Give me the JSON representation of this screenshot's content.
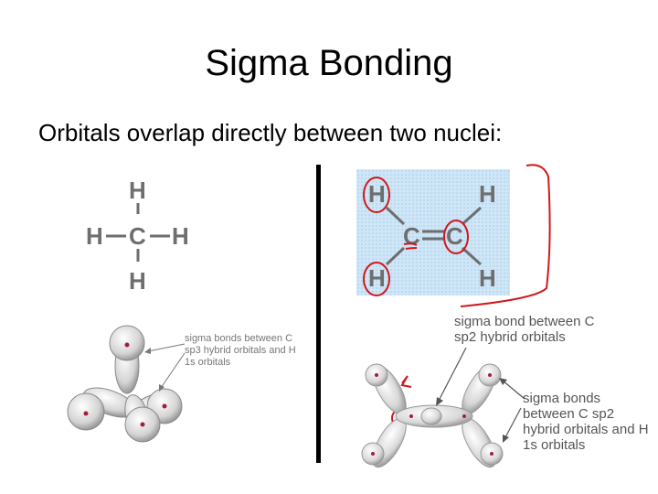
{
  "slide": {
    "title": "Sigma Bonding",
    "bullet": "Orbitals overlap directly between two nuclei:"
  },
  "methane": {
    "atoms": [
      "H",
      "H",
      "C",
      "H",
      "H"
    ],
    "note": "sigma bonds between C sp3 hybrid orbitals and H 1s orbitals"
  },
  "ethene": {
    "atoms": [
      "H",
      "H",
      "C",
      "C",
      "H",
      "H"
    ],
    "note_top": "sigma bond between C sp2 hybrid orbitals",
    "note_right": "sigma bonds between C sp2 hybrid orbitals and H 1s orbitals"
  },
  "colors": {
    "annotation_red": "#d0181c",
    "structure_gray": "#6e6e6e",
    "ethene_background": "#cfe6f7"
  }
}
